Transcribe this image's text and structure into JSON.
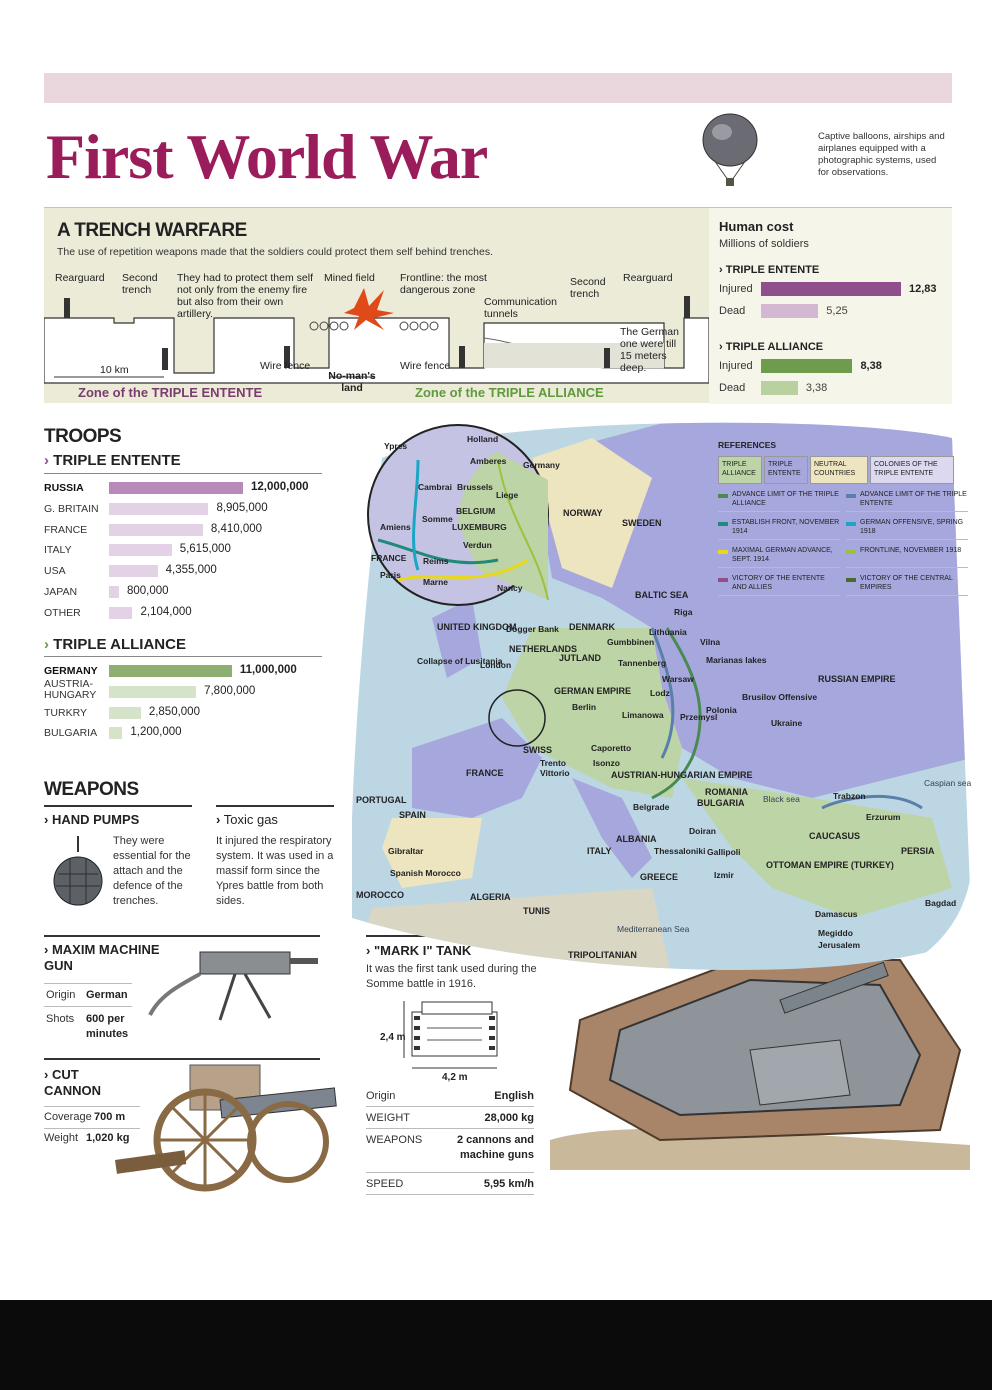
{
  "title": "First World War",
  "balloon_caption": "Captive balloons, airships and airplanes equipped with a photographic systems, used for observations.",
  "trench": {
    "heading": "A TRENCH WARFARE",
    "subtitle": "The use of repetition weapons made that the soldiers could protect them self behind trenches.",
    "labels": {
      "rearguard_left": "Rearguard",
      "second_trench_left": "Second trench",
      "protect": "They had to protect them self not only from the enemy fire but also from their own artillery.",
      "mined_field": "Mined field",
      "frontline": "Frontline: the most dangerous zone",
      "communication": "Communication tunnels",
      "second_trench_right": "Second trench",
      "rearguard_right": "Rearguard",
      "german_deep": "The German one were till 15 meters deep.",
      "wire_fence_1": "Wire fence",
      "wire_fence_2": "Wire fence",
      "distance": "10 km",
      "no_mans_land": "No-man's land",
      "zone_entente": "Zone of the TRIPLE ENTENTE",
      "zone_alliance": "Zone of the TRIPLE ALLIANCE"
    }
  },
  "human_cost": {
    "heading": "Human cost",
    "subtitle": "Millions of soldiers",
    "groups": [
      {
        "name": "TRIPLE ENTENTE",
        "injured_label": "Injured",
        "dead_label": "Dead",
        "injured": 12.83,
        "dead": 5.25,
        "injured_text": "12,83",
        "dead_text": "5,25"
      },
      {
        "name": "TRIPLE ALLIANCE",
        "injured_label": "Injured",
        "dead_label": "Dead",
        "injured": 8.38,
        "dead": 3.38,
        "injured_text": "8,38",
        "dead_text": "3,38"
      }
    ]
  },
  "troops": {
    "heading": "TROOPS",
    "entente": {
      "label": "TRIPLE ENTENTE",
      "rows": [
        {
          "country": "RUSSIA",
          "value": 12000000,
          "text": "12,000,000"
        },
        {
          "country": "G. BRITAIN",
          "value": 8905000,
          "text": "8,905,000"
        },
        {
          "country": "FRANCE",
          "value": 8410000,
          "text": "8,410,000"
        },
        {
          "country": "ITALY",
          "value": 5615000,
          "text": "5,615,000"
        },
        {
          "country": "USA",
          "value": 4355000,
          "text": "4,355,000"
        },
        {
          "country": "JAPAN",
          "value": 800000,
          "text": "800,000"
        },
        {
          "country": "OTHER",
          "value": 2104000,
          "text": "2,104,000"
        }
      ]
    },
    "alliance": {
      "label": "TRIPLE ALLIANCE",
      "rows": [
        {
          "country": "GERMANY",
          "value": 11000000,
          "text": "11,000,000"
        },
        {
          "country": "AUSTRIA-HUNGARY",
          "value": 7800000,
          "text": "7,800,000"
        },
        {
          "country": "TURKRY",
          "value": 2850000,
          "text": "2,850,000"
        },
        {
          "country": "BULGARIA",
          "value": 1200000,
          "text": "1,200,000"
        }
      ]
    }
  },
  "weapons": {
    "heading": "WEAPONS",
    "hand_pumps": {
      "title": "HAND PUMPS",
      "text": "They were essential for the attach and the defence of the trenches."
    },
    "toxic_gas": {
      "title": "Toxic gas",
      "text": "It injured the respiratory system. It was used in a massif form since the Ypres battle from both sides."
    },
    "maxim": {
      "title": "MAXIM MACHINE GUN",
      "origin_label": "Origin",
      "origin": "German",
      "shots_label": "Shots",
      "shots": "600 per minutes"
    },
    "cannon": {
      "title": "CUT CANNON",
      "coverage_label": "Coverage",
      "coverage": "700 m",
      "weight_label": "Weight",
      "weight": "1,020 kg"
    },
    "tank": {
      "title": "\"MARK I\" TANK",
      "text": "It was the first tank used during the Somme battle in 1916.",
      "height": "2,4 m",
      "length": "4,2 m",
      "specs": [
        {
          "label": "Origin",
          "value": "English"
        },
        {
          "label": "WEIGHT",
          "value": "28,000 kg"
        },
        {
          "label": "WEAPONS",
          "value": "2 cannons and machine guns"
        },
        {
          "label": "SPEED",
          "value": "5,95 km/h"
        }
      ]
    }
  },
  "map": {
    "references_title": "REFERENCES",
    "references": [
      "TRIPLE ALLIANCE",
      "TRIPLE ENTENTE",
      "NEUTRAL COUNTRIES",
      "COLONIES OF THE TRIPLE ENTENTE",
      "ADVANCE LIMIT OF THE TRIPLE ALLIANCE",
      "ADVANCE LIMIT OF THE TRIPLE ENTENTE",
      "ESTABLISH FRONT, NOVEMBER 1914",
      "GERMAN OFFENSIVE, SPRING 1918",
      "MAXIMAL GERMAN ADVANCE, SEPT. 1914",
      "FRONTLINE, NOVEMBER 1918",
      "VICTORY OF THE ENTENTE AND ALLIES",
      "VICTORY OF THE CENTRAL EMPIRES"
    ],
    "colors": {
      "alliance": "#bcd4a6",
      "entente": "#a6a8dd",
      "neutral": "#ede4c0",
      "sea": "#bcd6e4"
    },
    "places": [
      "NORWAY",
      "SWEDEN",
      "BALTIC SEA",
      "DENMARK",
      "UNITED KINGDOM",
      "NETHERLANDS",
      "GERMAN EMPIRE",
      "RUSSIAN EMPIRE",
      "Ukraine",
      "Polonia",
      "Lithuania",
      "FRANCE",
      "SWISS",
      "AUSTRIAN-HUNGARIAN EMPIRE",
      "ROMANIA",
      "Black sea",
      "Caspian sea",
      "BULGARIA",
      "SPAIN",
      "PORTUGAL",
      "ITALY",
      "ALBANIA",
      "GREECE",
      "CAUCASUS",
      "PERSIA",
      "OTTOMAN EMPIRE (TURKEY)",
      "MOROCCO",
      "ALGERIA",
      "TUNIS",
      "TRIPOLITANIAN",
      "Mediterranean Sea",
      "Riga",
      "Vilna",
      "Gumbbinen",
      "Tannenberg",
      "Warsaw",
      "Lodz",
      "Przemysl",
      "Limanowa",
      "Marianas lakes",
      "Brusilov Offensive",
      "Caporetto",
      "Isonzo",
      "Vittorio",
      "Trento",
      "Belgrade",
      "Doiran",
      "Thessaloniki",
      "Gallipoli",
      "Izmir",
      "Trabzon",
      "Erzurum",
      "Bagdad",
      "Damascus",
      "Megiddo",
      "Jerusalem",
      "JUTLAND",
      "Dogger Bank",
      "Collapse of Lusitania",
      "London",
      "Berlin",
      "Gibraltar",
      "Spanish Morocco"
    ],
    "inset": [
      "Holland",
      "Ypres",
      "Amberes",
      "Cambrai",
      "Brussels",
      "Liege",
      "BELGIUM",
      "LUXEMBURG",
      "Somme",
      "Amiens",
      "FRANCE",
      "Reims",
      "Paris",
      "Verdun",
      "Marne",
      "Nancy",
      "Germany"
    ]
  }
}
